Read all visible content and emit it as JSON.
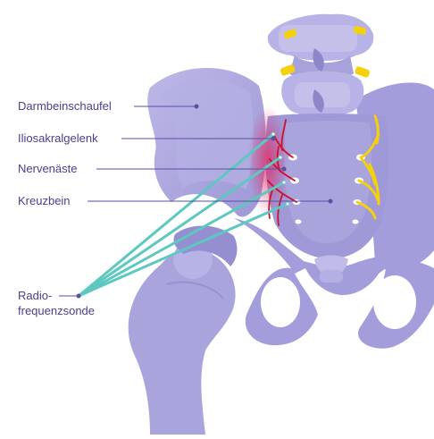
{
  "labels": {
    "iliac_wing": "Darmbeinschaufel",
    "si_joint": "Iliosakralgelenk",
    "nerve_branches": "Nervenäste",
    "sacrum": "Kreuzbein",
    "probe_line1": "Radio-",
    "probe_line2": "frequenzsonde"
  },
  "colors": {
    "bone": "#a9a4dc",
    "bone_light": "#c4c0ea",
    "bone_dark": "#8d86c9",
    "label_text": "#4a3f8f",
    "leader_line": "#5a4fa0",
    "probe": "#5cc8c0",
    "nerve_red": "#d0102a",
    "nerve_yellow": "#f5d10a",
    "inflammation": "#e0306a"
  }
}
